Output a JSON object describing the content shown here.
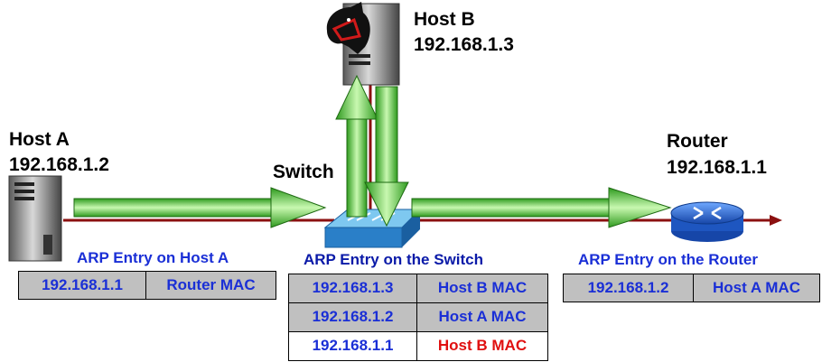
{
  "nodes": {
    "host_a": {
      "name": "Host A",
      "ip": "192.168.1.2"
    },
    "host_b": {
      "name": "Host B",
      "ip": "192.168.1.3"
    },
    "switch": {
      "name": "Switch"
    },
    "router": {
      "name": "Router",
      "ip": "192.168.1.1"
    }
  },
  "tables": {
    "host_a": {
      "caption": "ARP Entry on Host A",
      "rows": [
        {
          "ip": "192.168.1.1",
          "mac": "Router MAC"
        }
      ]
    },
    "switch": {
      "caption": "ARP Entry on the Switch",
      "rows": [
        {
          "ip": "192.168.1.3",
          "mac": "Host B MAC"
        },
        {
          "ip": "192.168.1.2",
          "mac": "Host A MAC"
        },
        {
          "ip": "192.168.1.1",
          "mac": "Host B MAC"
        }
      ]
    },
    "router": {
      "caption": "ARP Entry on the Router",
      "rows": [
        {
          "ip": "192.168.1.2",
          "mac": "Host A MAC"
        }
      ]
    }
  },
  "colors": {
    "arrow_green": "#2e9a1e",
    "arrow_light": "#b8f0a0",
    "line_red": "#8b1010",
    "caption_blue": "#1a2fd6",
    "highlight_red": "#e01010",
    "cell_gray": "#c0c0c0"
  }
}
